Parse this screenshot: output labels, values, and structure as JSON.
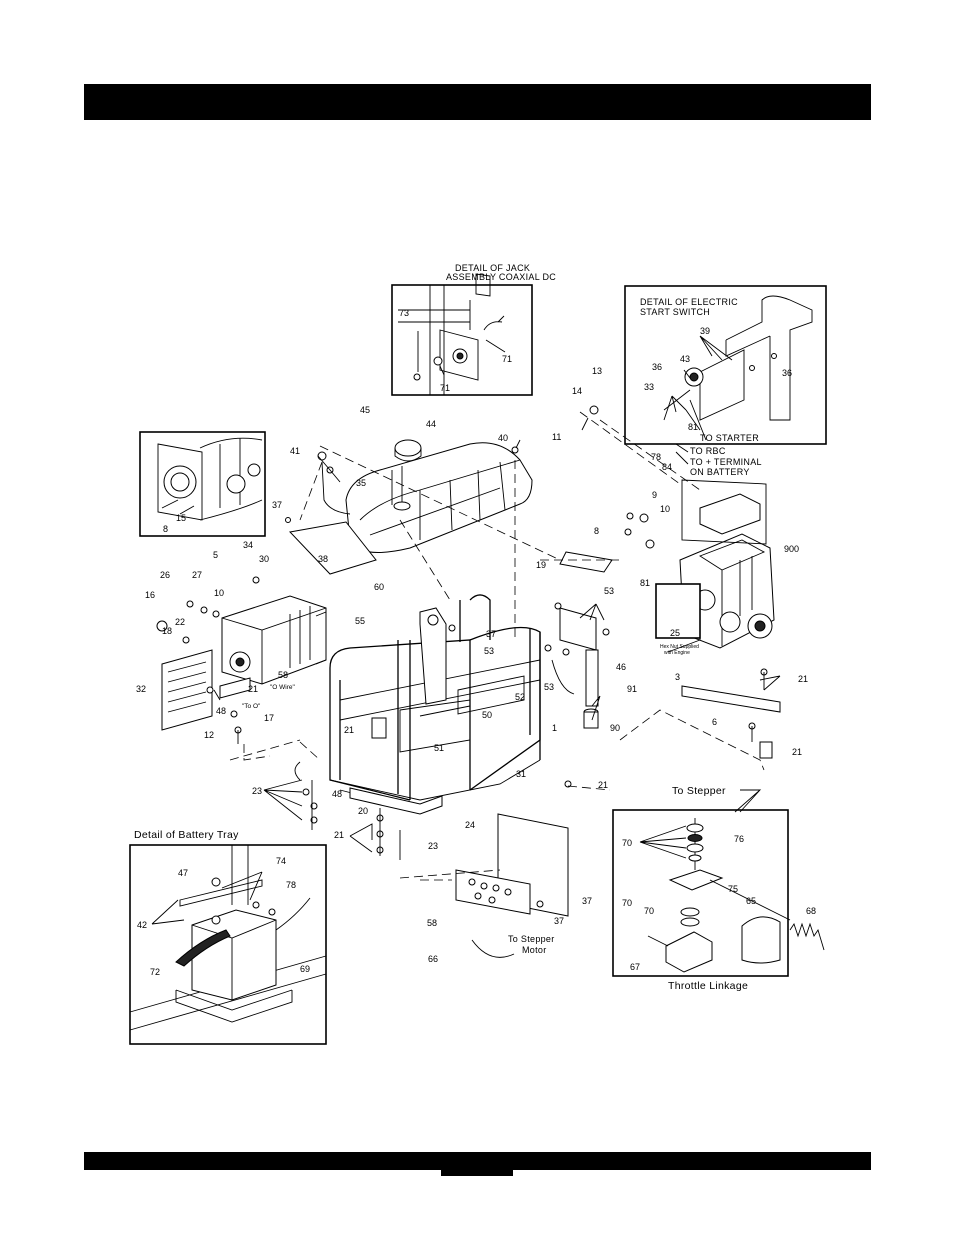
{
  "page": {
    "header_text": "",
    "footer_text": ""
  },
  "details": {
    "jack": [
      "DETAIL OF JACK",
      "ASSEMBLY COAXIAL DC"
    ],
    "electric": [
      "DETAIL OF ELECTRIC",
      "START SWITCH"
    ],
    "battery": "Detail of Battery Tray",
    "throttle": "Throttle Linkage"
  },
  "callouts": {
    "to_starter": "TO STARTER",
    "to_rbc": "TO RBC",
    "to_terminal": [
      "TO + TERMINAL",
      "ON BATTERY"
    ],
    "to_stepper": "To Stepper",
    "to_stepper_motor": [
      "To Stepper",
      "Motor"
    ],
    "o_wire": "\"O Wire\"",
    "to_o": "\"To O\"",
    "hex_nut": [
      "Hex Nut Supplied",
      "with Engine"
    ]
  },
  "labels": [
    {
      "id": "l73",
      "t": "73"
    },
    {
      "id": "l71a",
      "t": "71"
    },
    {
      "id": "l71b",
      "t": "71"
    },
    {
      "id": "l13",
      "t": "13"
    },
    {
      "id": "l14",
      "t": "14"
    },
    {
      "id": "l11",
      "t": "11"
    },
    {
      "id": "l39",
      "t": "39"
    },
    {
      "id": "l43",
      "t": "43"
    },
    {
      "id": "l36a",
      "t": "36"
    },
    {
      "id": "l36b",
      "t": "36"
    },
    {
      "id": "l33",
      "t": "33"
    },
    {
      "id": "l81a",
      "t": "81"
    },
    {
      "id": "l78a",
      "t": "78"
    },
    {
      "id": "l84",
      "t": "84"
    },
    {
      "id": "l45",
      "t": "45"
    },
    {
      "id": "l44",
      "t": "44"
    },
    {
      "id": "l40",
      "t": "40"
    },
    {
      "id": "l41",
      "t": "41"
    },
    {
      "id": "l35",
      "t": "35"
    },
    {
      "id": "l37a",
      "t": "37"
    },
    {
      "id": "l38",
      "t": "38"
    },
    {
      "id": "l60",
      "t": "60"
    },
    {
      "id": "l15",
      "t": "15"
    },
    {
      "id": "l8a",
      "t": "8"
    },
    {
      "id": "l34",
      "t": "34"
    },
    {
      "id": "l30",
      "t": "30"
    },
    {
      "id": "l5",
      "t": "5"
    },
    {
      "id": "l26",
      "t": "26"
    },
    {
      "id": "l27",
      "t": "27"
    },
    {
      "id": "l10a",
      "t": "10"
    },
    {
      "id": "l16",
      "t": "16"
    },
    {
      "id": "l22",
      "t": "22"
    },
    {
      "id": "l18",
      "t": "18"
    },
    {
      "id": "l32",
      "t": "32"
    },
    {
      "id": "l58a",
      "t": "58"
    },
    {
      "id": "l21a",
      "t": "21"
    },
    {
      "id": "l48a",
      "t": "48"
    },
    {
      "id": "l17",
      "t": "17"
    },
    {
      "id": "l12",
      "t": "12"
    },
    {
      "id": "l55",
      "t": "55"
    },
    {
      "id": "l37b",
      "t": "37"
    },
    {
      "id": "l53a",
      "t": "53"
    },
    {
      "id": "l53b",
      "t": "53"
    },
    {
      "id": "l53c",
      "t": "53"
    },
    {
      "id": "l46",
      "t": "46"
    },
    {
      "id": "l52",
      "t": "52"
    },
    {
      "id": "l50",
      "t": "50"
    },
    {
      "id": "l51",
      "t": "51"
    },
    {
      "id": "l1",
      "t": "1"
    },
    {
      "id": "l21b",
      "t": "21"
    },
    {
      "id": "l31",
      "t": "31"
    },
    {
      "id": "l9",
      "t": "9"
    },
    {
      "id": "l10b",
      "t": "10"
    },
    {
      "id": "l8b",
      "t": "8"
    },
    {
      "id": "l19",
      "t": "19"
    },
    {
      "id": "l900",
      "t": "900"
    },
    {
      "id": "l81b",
      "t": "81"
    },
    {
      "id": "l25",
      "t": "25"
    },
    {
      "id": "l91",
      "t": "91"
    },
    {
      "id": "l90",
      "t": "90"
    },
    {
      "id": "l3",
      "t": "3"
    },
    {
      "id": "l21c",
      "t": "21"
    },
    {
      "id": "l6",
      "t": "6"
    },
    {
      "id": "l21d",
      "t": "21"
    },
    {
      "id": "l21e",
      "t": "21"
    },
    {
      "id": "l23a",
      "t": "23"
    },
    {
      "id": "l48b",
      "t": "48"
    },
    {
      "id": "l20",
      "t": "20"
    },
    {
      "id": "l21f",
      "t": "21"
    },
    {
      "id": "l23b",
      "t": "23"
    },
    {
      "id": "l24",
      "t": "24"
    },
    {
      "id": "l37c",
      "t": "37"
    },
    {
      "id": "l58b",
      "t": "58"
    },
    {
      "id": "l37d",
      "t": "37"
    },
    {
      "id": "l66",
      "t": "66"
    },
    {
      "id": "l47",
      "t": "47"
    },
    {
      "id": "l74",
      "t": "74"
    },
    {
      "id": "l78b",
      "t": "78"
    },
    {
      "id": "l42",
      "t": "42"
    },
    {
      "id": "l72",
      "t": "72"
    },
    {
      "id": "l69",
      "t": "69"
    },
    {
      "id": "l70a",
      "t": "70"
    },
    {
      "id": "l76",
      "t": "76"
    },
    {
      "id": "l75",
      "t": "75"
    },
    {
      "id": "l70b",
      "t": "70"
    },
    {
      "id": "l70c",
      "t": "70"
    },
    {
      "id": "l65",
      "t": "65"
    },
    {
      "id": "l68",
      "t": "68"
    },
    {
      "id": "l67",
      "t": "67"
    }
  ]
}
